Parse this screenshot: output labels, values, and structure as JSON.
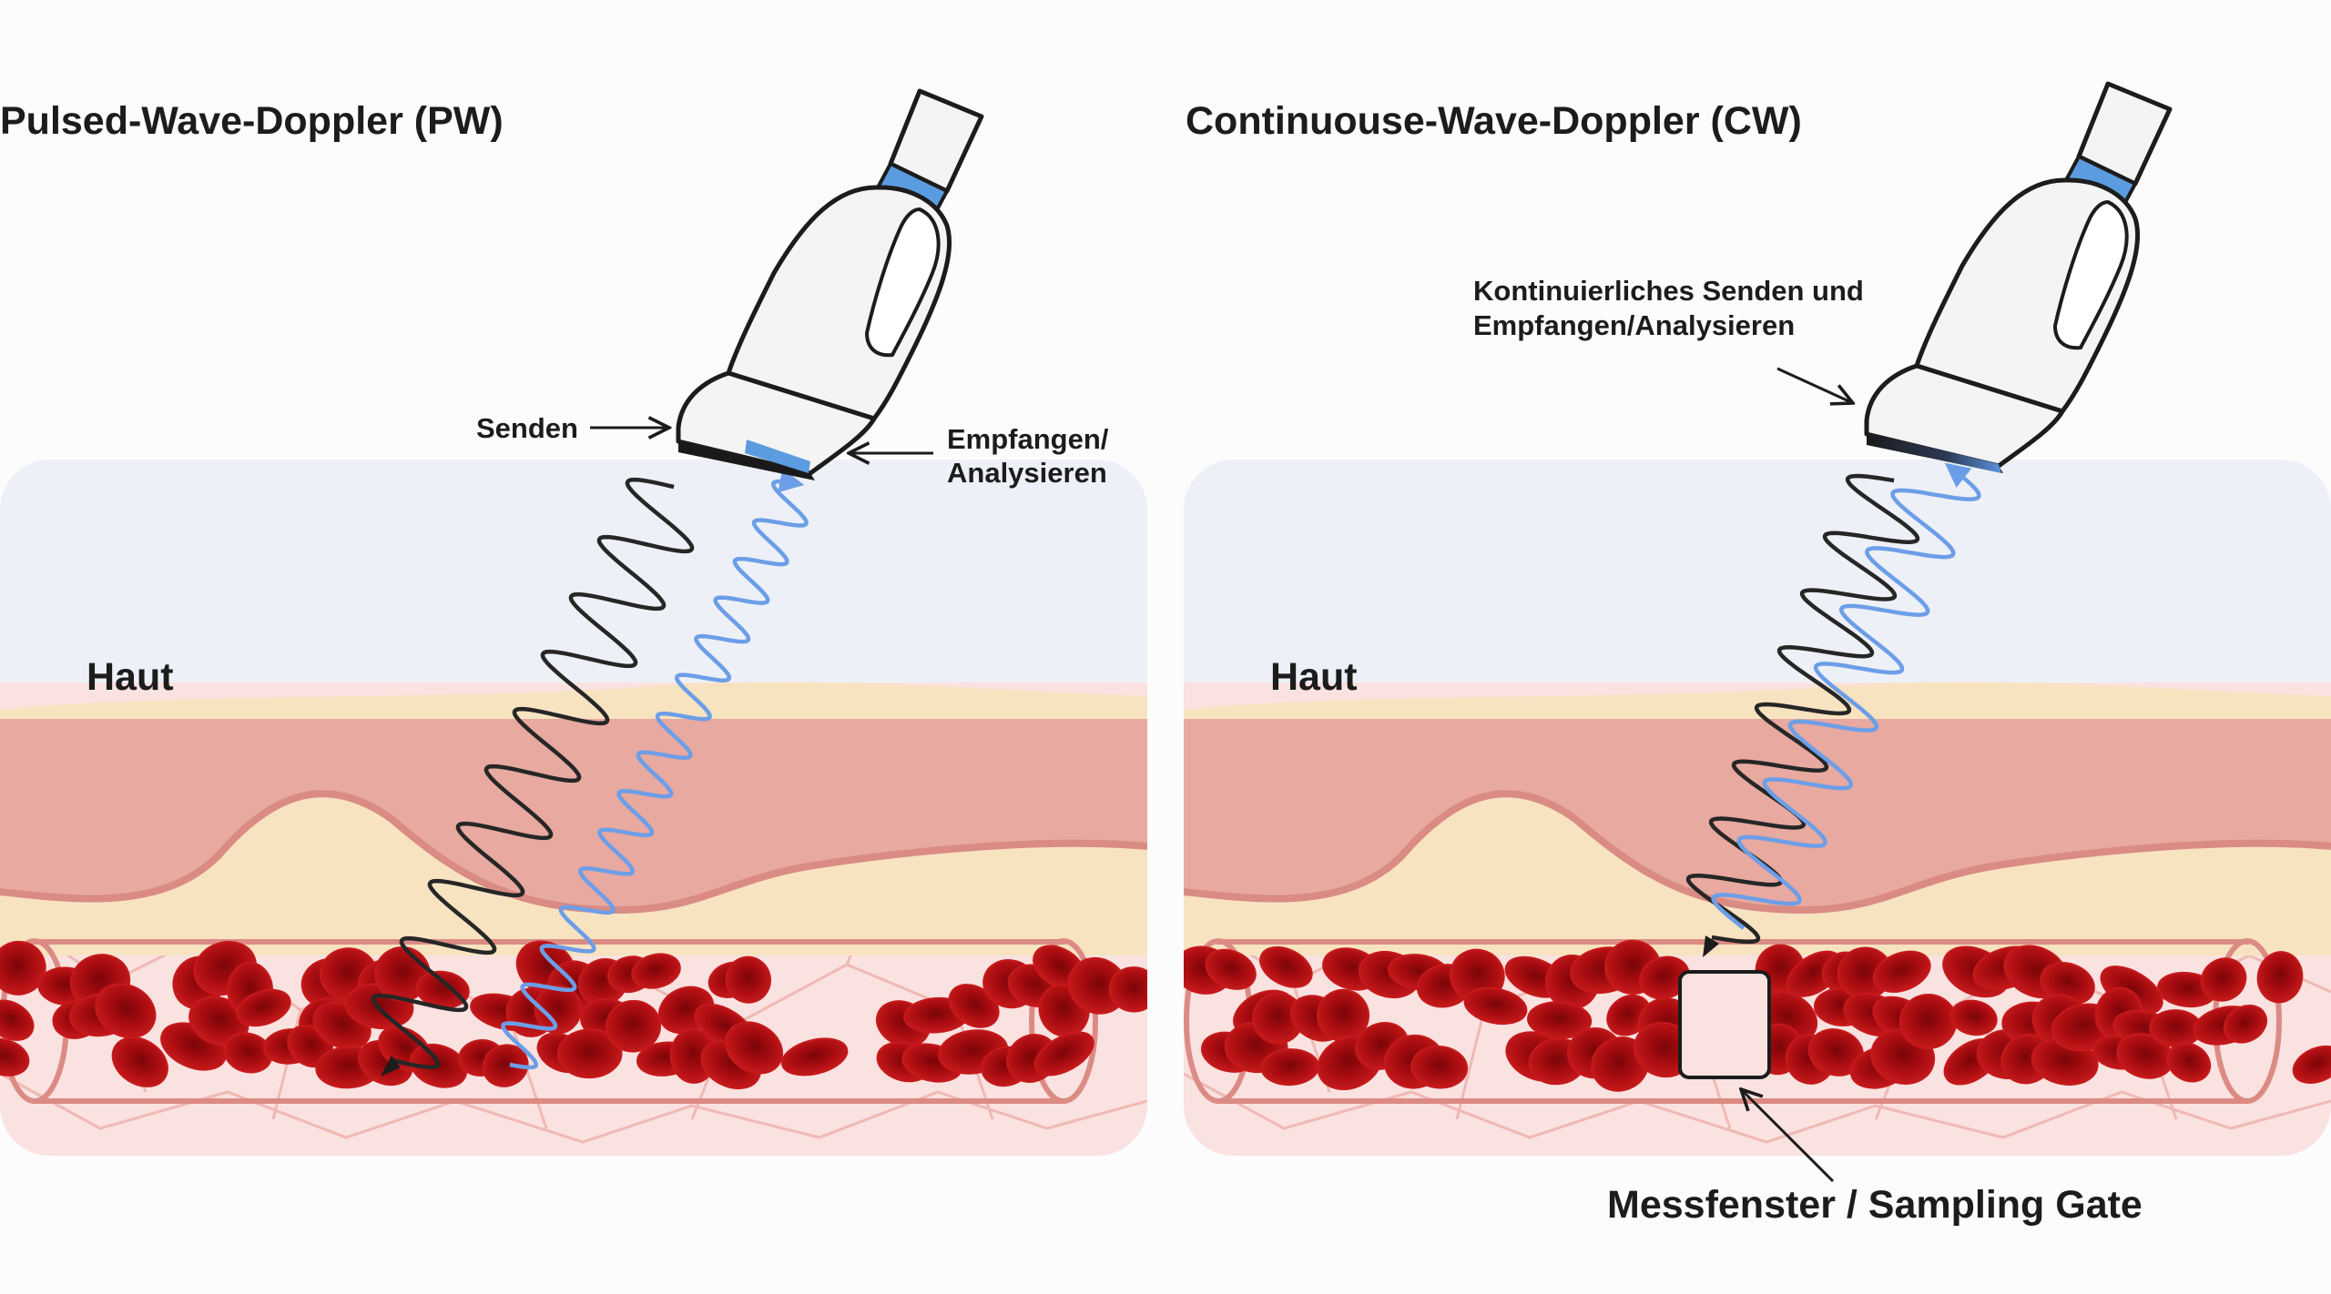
{
  "panels": [
    {
      "id": "pw",
      "title": "Pulsed-Wave-Doppler (PW)",
      "layer_label": "Haut",
      "send_label": "Senden",
      "receive_label_line1": "Empfangen/",
      "receive_label_line2": "Analysieren"
    },
    {
      "id": "cw",
      "title": "Continuouse-Wave-Doppler (CW)",
      "layer_label": "Haut",
      "info_line1": "Kontinuierliches Senden und",
      "info_line2": "Empfangen/Analysieren",
      "gate_label": "Messfenster / Sampling Gate"
    }
  ],
  "colors": {
    "skin": "#f8e3c1",
    "dermis": "#e7a9a0",
    "tissue": "#f9e2e0",
    "tissue_lines": "#f0b9b4",
    "vessel_wall": "#dc8b84",
    "blood_cell": "#b70f13",
    "tx_wave": "#262626",
    "rx_wave": "#6c9ee8",
    "probe_band": "#5b9ce0"
  },
  "icons": [
    "ultrasound-probe-icon",
    "arrow-icon"
  ]
}
